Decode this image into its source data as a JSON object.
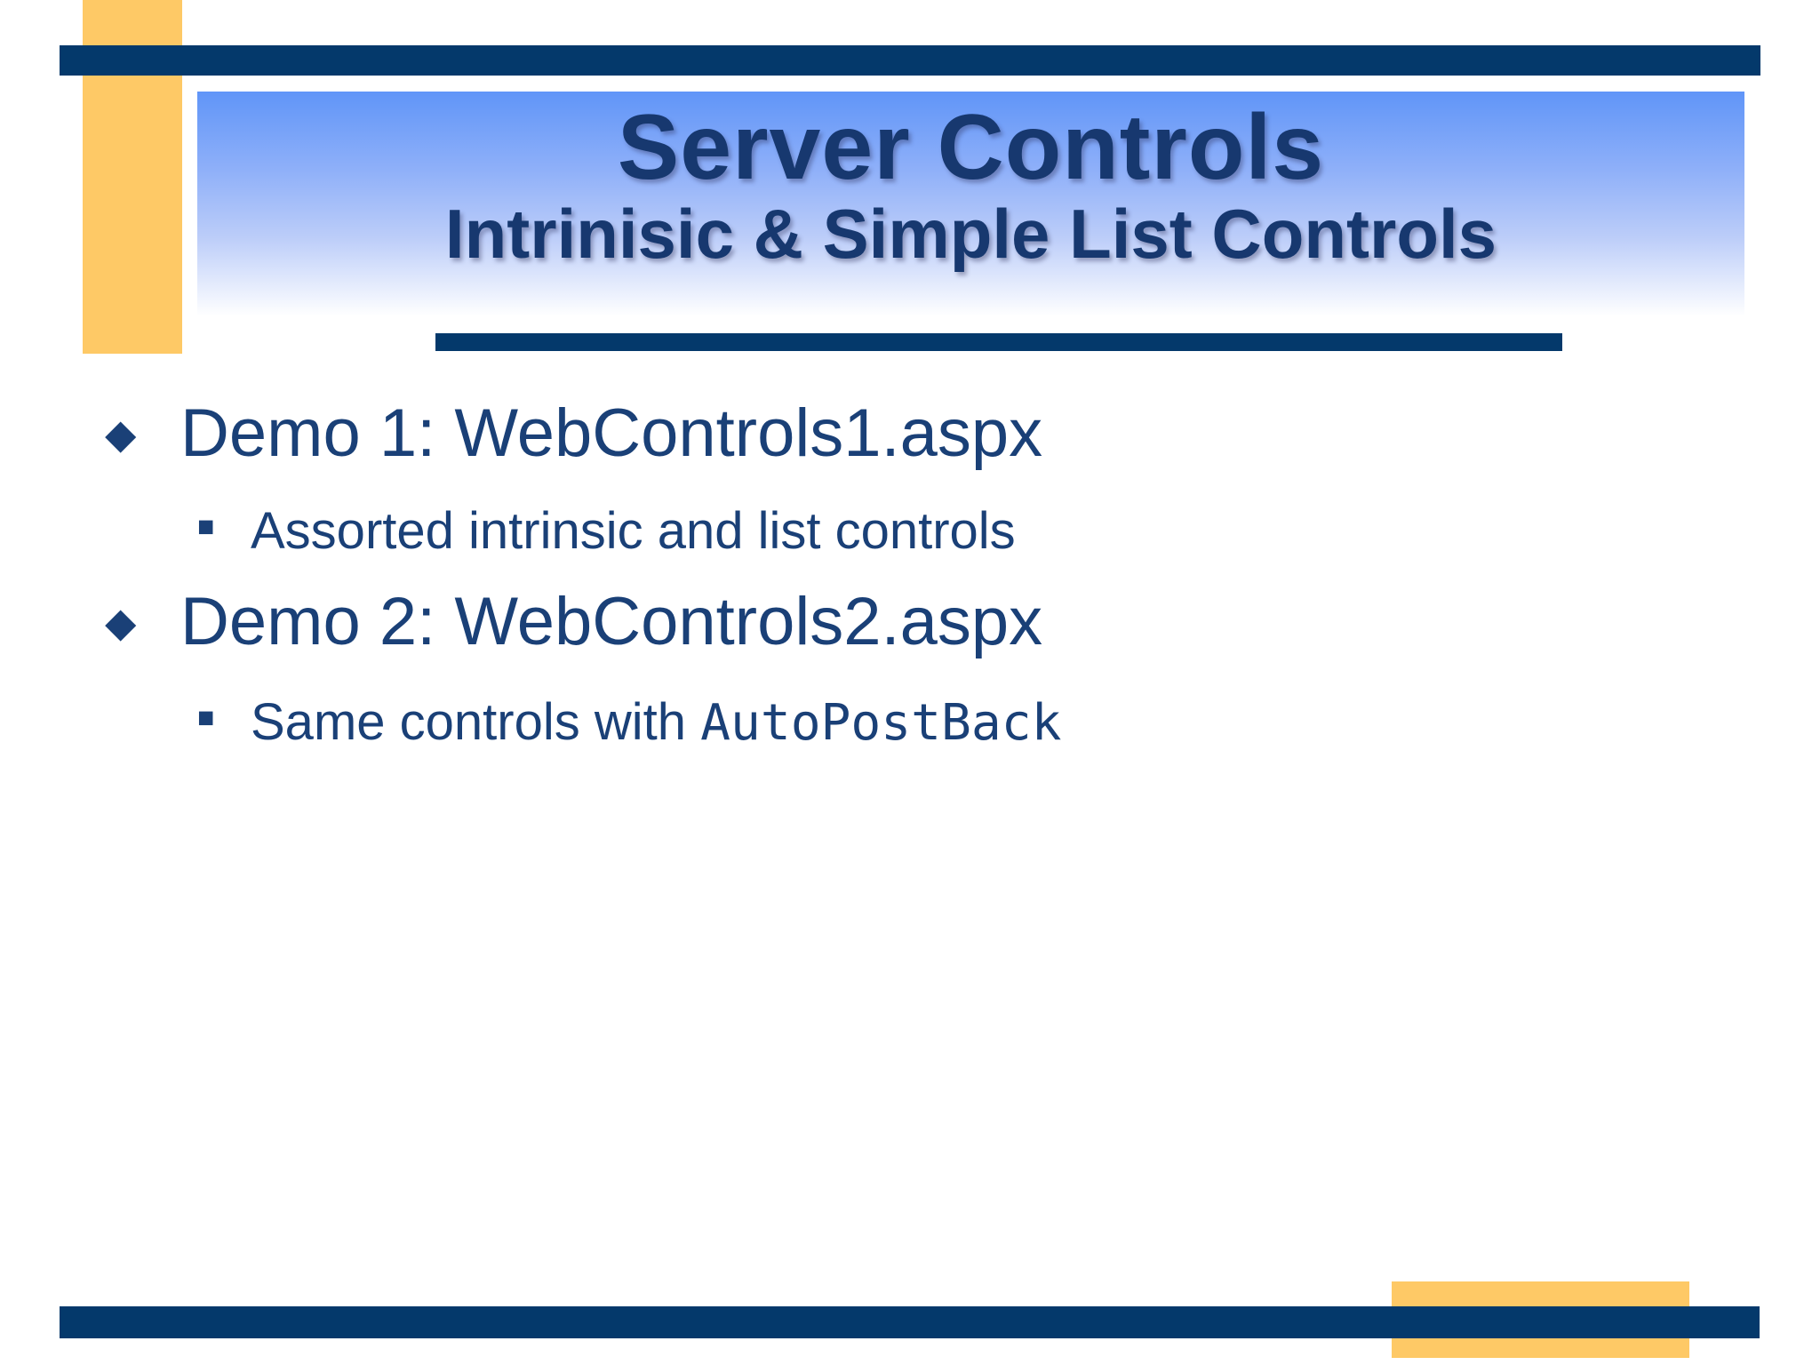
{
  "slide": {
    "title": "Server Controls",
    "subtitle": "Intrinisic & Simple List Controls",
    "bullets": {
      "b1": {
        "glyph": "◆",
        "text": "Demo 1: WebControls1.aspx"
      },
      "b2": {
        "glyph": "■",
        "text": "Assorted intrinsic and list controls"
      },
      "b3": {
        "glyph": "◆",
        "text": "Demo 2: WebControls2.aspx"
      },
      "b4": {
        "glyph": "■",
        "prefix": "Same controls with ",
        "code": "AutoPostBack"
      }
    },
    "colors": {
      "navy_bar": "#04396B",
      "text_navy": "#1A4077",
      "accent_yellow": "#FEC966",
      "title_gradient_top": "#6095F8",
      "title_gradient_bottom": "#FFFFFF",
      "title_text": "#17386F"
    }
  }
}
